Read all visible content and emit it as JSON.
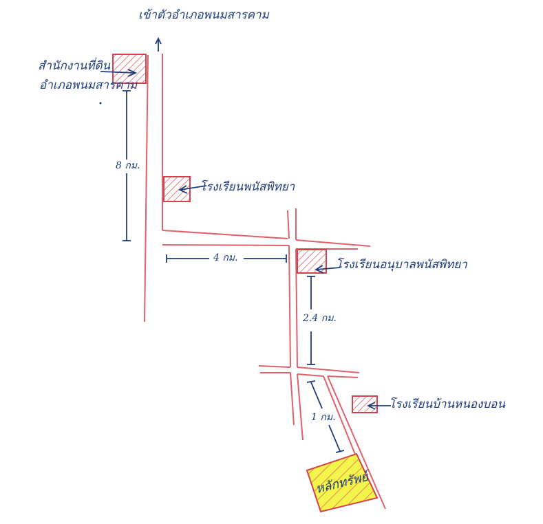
{
  "labels": {
    "to_city": "เข้าตัวอำเภอพนมสารคาม",
    "district_office_line1": "สำนักงานที่ดิน",
    "district_office_line2": "อำเภอพนมสารคาม",
    "school_1": "โรงเรียนพนัสพิทยา",
    "school_2": "โรงเรียนอนุบาลพนัสพิทยา",
    "school_3": "โรงเรียนบ้านหนองบอน",
    "property": "หลักทรัพย์"
  },
  "distances": {
    "d1": "8 กม.",
    "d2": "4 กม.",
    "d3": "2.4 กม.",
    "d4": "1 กม."
  },
  "colors": {
    "road": "#e0606a",
    "building": "#d4404c",
    "ink": "#1f3c7a",
    "property_fill": "#f3f54a"
  }
}
